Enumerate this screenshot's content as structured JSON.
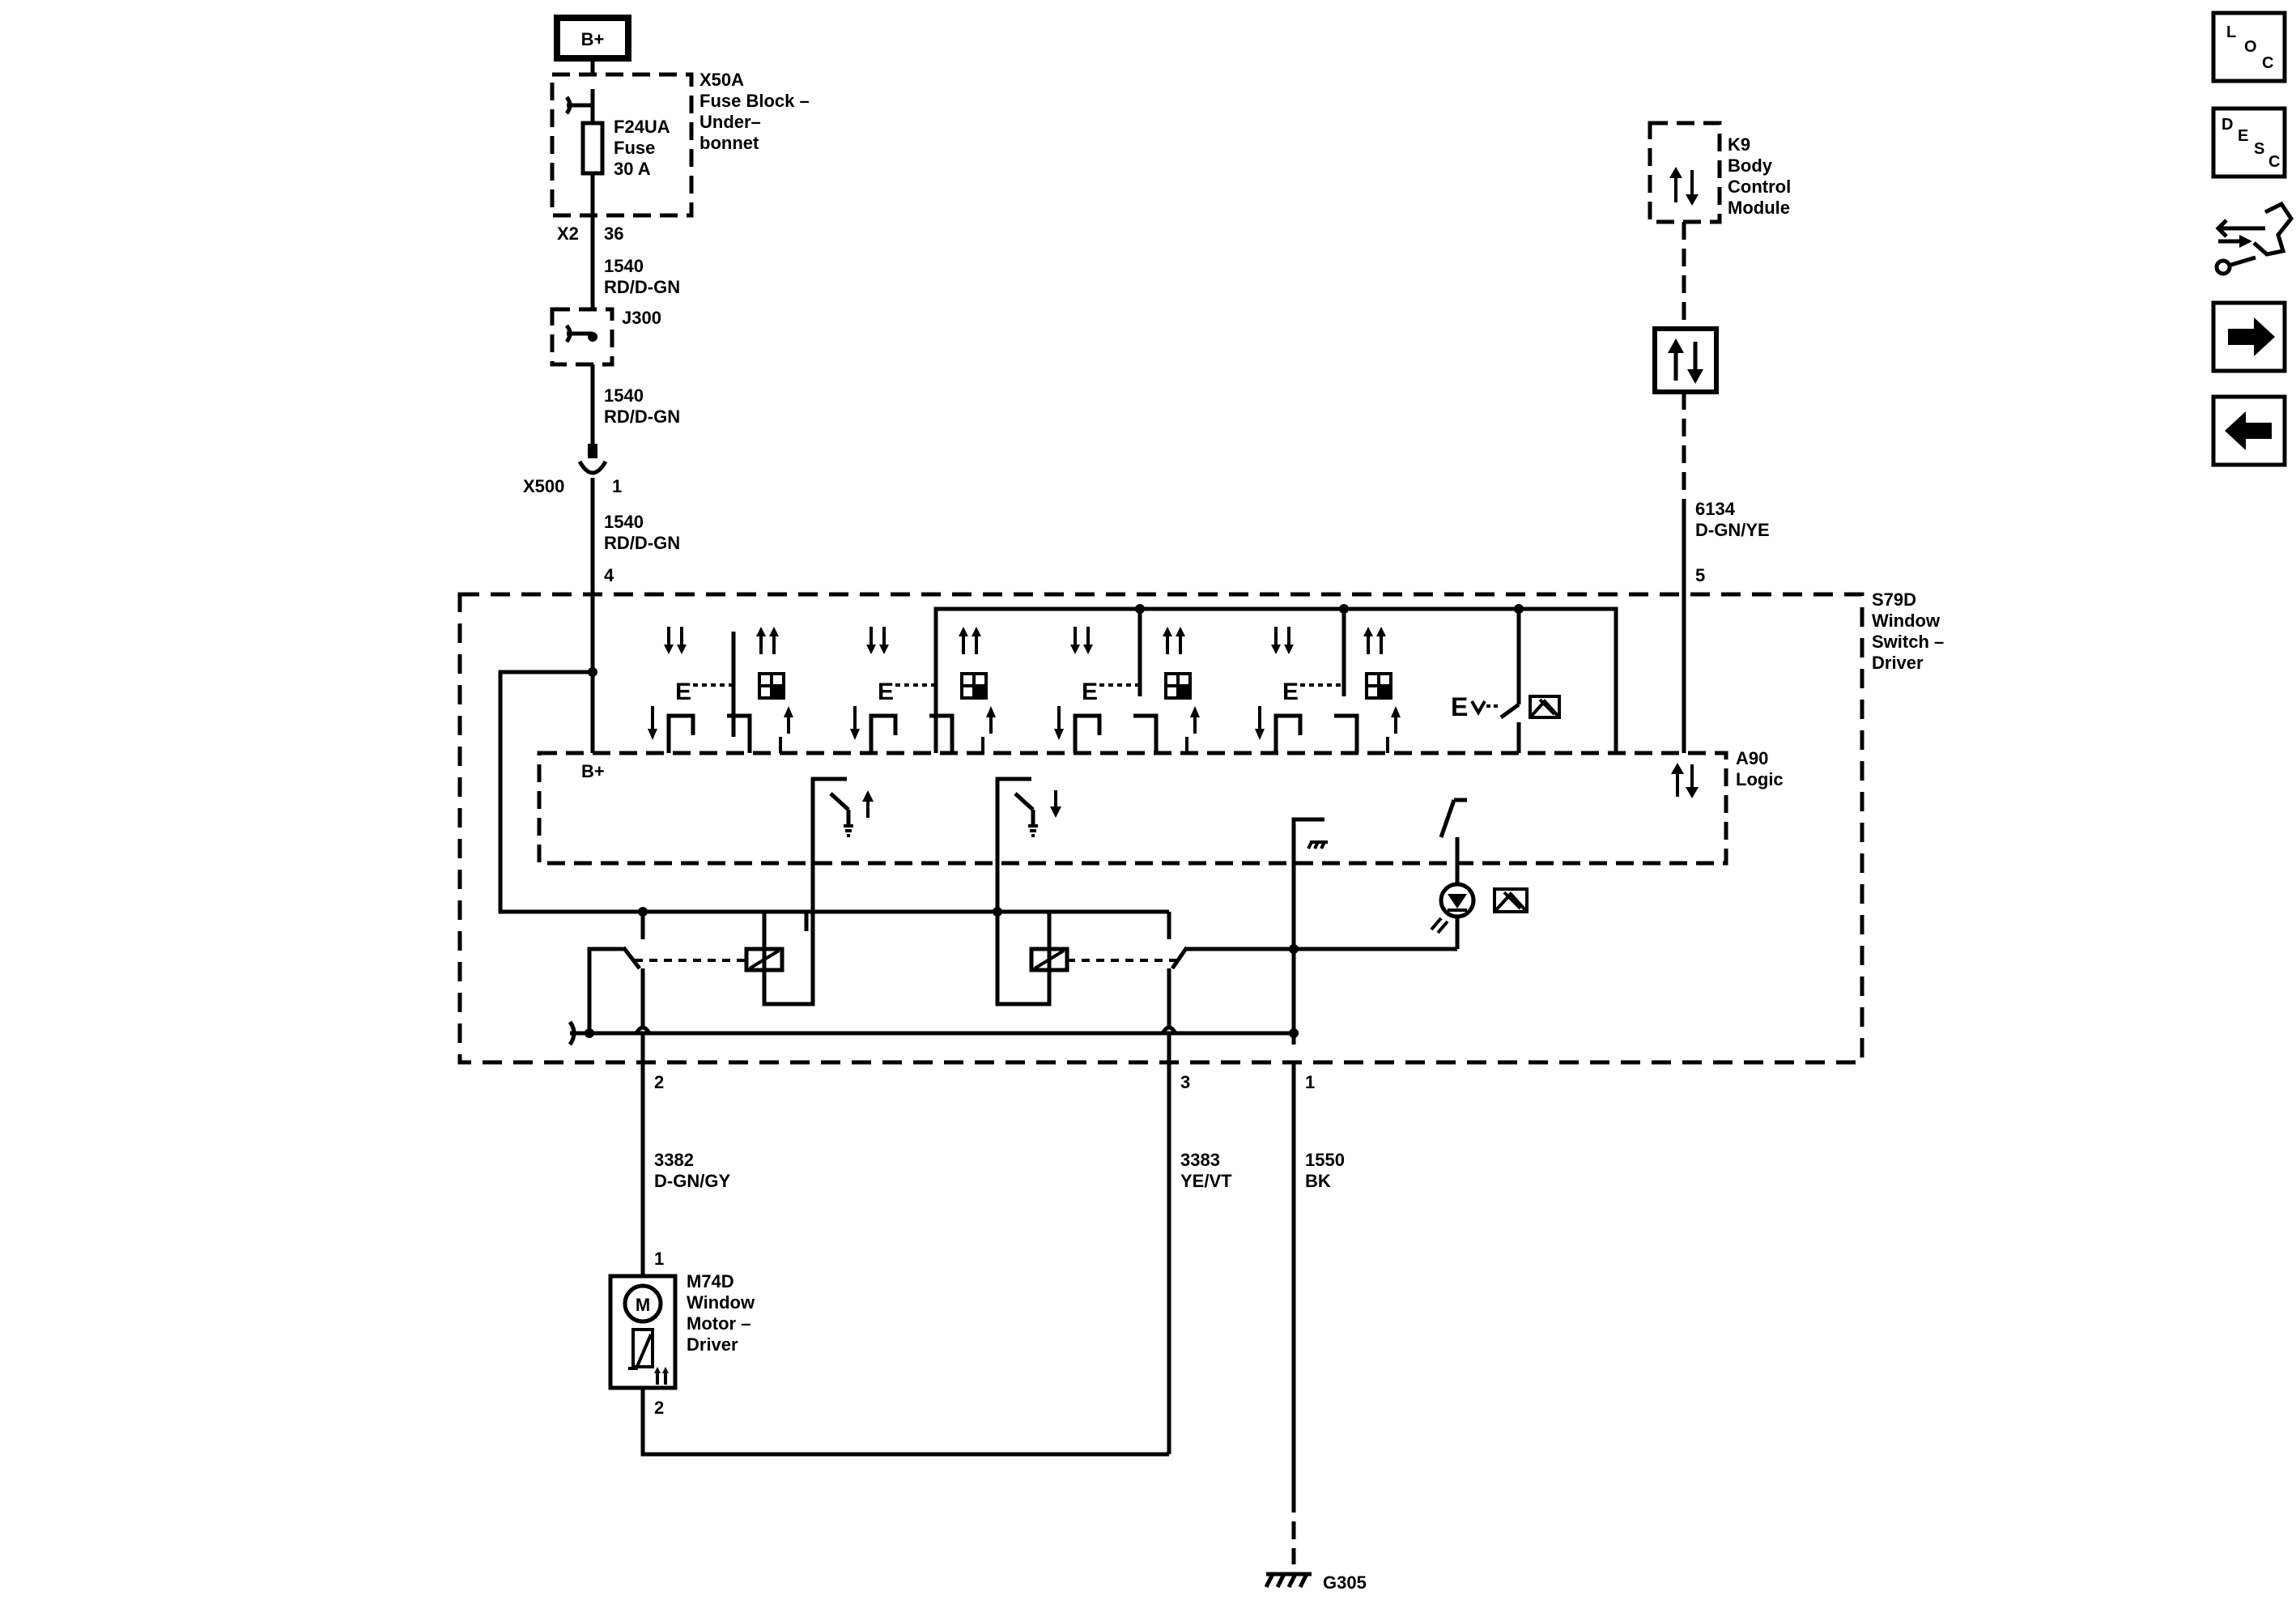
{
  "power": {
    "label": "B+"
  },
  "fuse_block": {
    "id": "X50A",
    "name_lines": [
      "Fuse Block –",
      "Under–",
      "bonnet"
    ]
  },
  "fuse": {
    "lines": [
      "F24UA",
      "Fuse",
      "30 A"
    ]
  },
  "connectors": {
    "x2": "X2",
    "x2_pin": "36",
    "j300": "J300",
    "x500": "X500",
    "x500_pin": "1"
  },
  "wires": {
    "w1540_a": {
      "circuit": "1540",
      "color": "RD/D-GN"
    },
    "w1540_b": {
      "circuit": "1540",
      "color": "RD/D-GN"
    },
    "w1540_c": {
      "circuit": "1540",
      "color": "RD/D-GN"
    },
    "w6134": {
      "circuit": "6134",
      "color": "D-GN/YE"
    },
    "w3382": {
      "circuit": "3382",
      "color": "D-GN/GY"
    },
    "w3383": {
      "circuit": "3383",
      "color": "YE/VT"
    },
    "w1550": {
      "circuit": "1550",
      "color": "BK"
    }
  },
  "bcm": {
    "id": "K9",
    "name_lines": [
      "Body",
      "Control",
      "Module"
    ]
  },
  "switch": {
    "id": "S79D",
    "name_lines": [
      "Window",
      "Switch –",
      "Driver"
    ]
  },
  "logic": {
    "id": "A90",
    "name": "Logic",
    "bplus": "B+"
  },
  "motor": {
    "id": "M74D",
    "name_lines": [
      "Window",
      "Motor –",
      "Driver"
    ],
    "symbol": "M",
    "pin_top": "1",
    "pin_bottom": "2"
  },
  "pins": {
    "p4": "4",
    "p5": "5",
    "p2": "2",
    "p3": "3",
    "p1": "1"
  },
  "ground": {
    "id": "G305"
  },
  "switch_marks": {
    "express": "E",
    "express_ev": "E"
  },
  "nav": {
    "loc": {
      "l": "L",
      "o": "O",
      "c": "C"
    },
    "desc": {
      "d": "D",
      "e": "E",
      "s": "S",
      "c": "C"
    },
    "icons": [
      "location-icon",
      "description-icon",
      "repair-icon",
      "next-arrow-icon",
      "back-arrow-icon"
    ]
  }
}
